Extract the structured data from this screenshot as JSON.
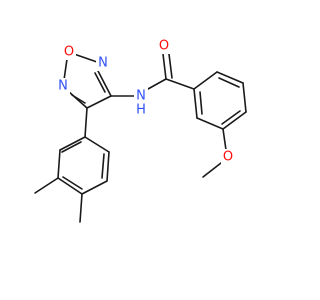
{
  "colors": {
    "bond": "#1a1a1a",
    "carbon": "#1a1a1a",
    "nitrogen": "#3050f8",
    "oxygen": "#ff0d0d",
    "background": "#ffffff"
  },
  "atoms": {
    "ring_o": {
      "element": "O",
      "label": "O"
    },
    "ring_n_top": {
      "element": "N",
      "label": "N"
    },
    "ring_n_left": {
      "element": "N",
      "label": "N"
    },
    "amide_n": {
      "element": "N",
      "label": "N"
    },
    "amide_h": {
      "element": "H",
      "label": "H"
    },
    "carbonyl_o": {
      "element": "O",
      "label": "O"
    },
    "methoxy_o": {
      "element": "O",
      "label": "O"
    }
  }
}
